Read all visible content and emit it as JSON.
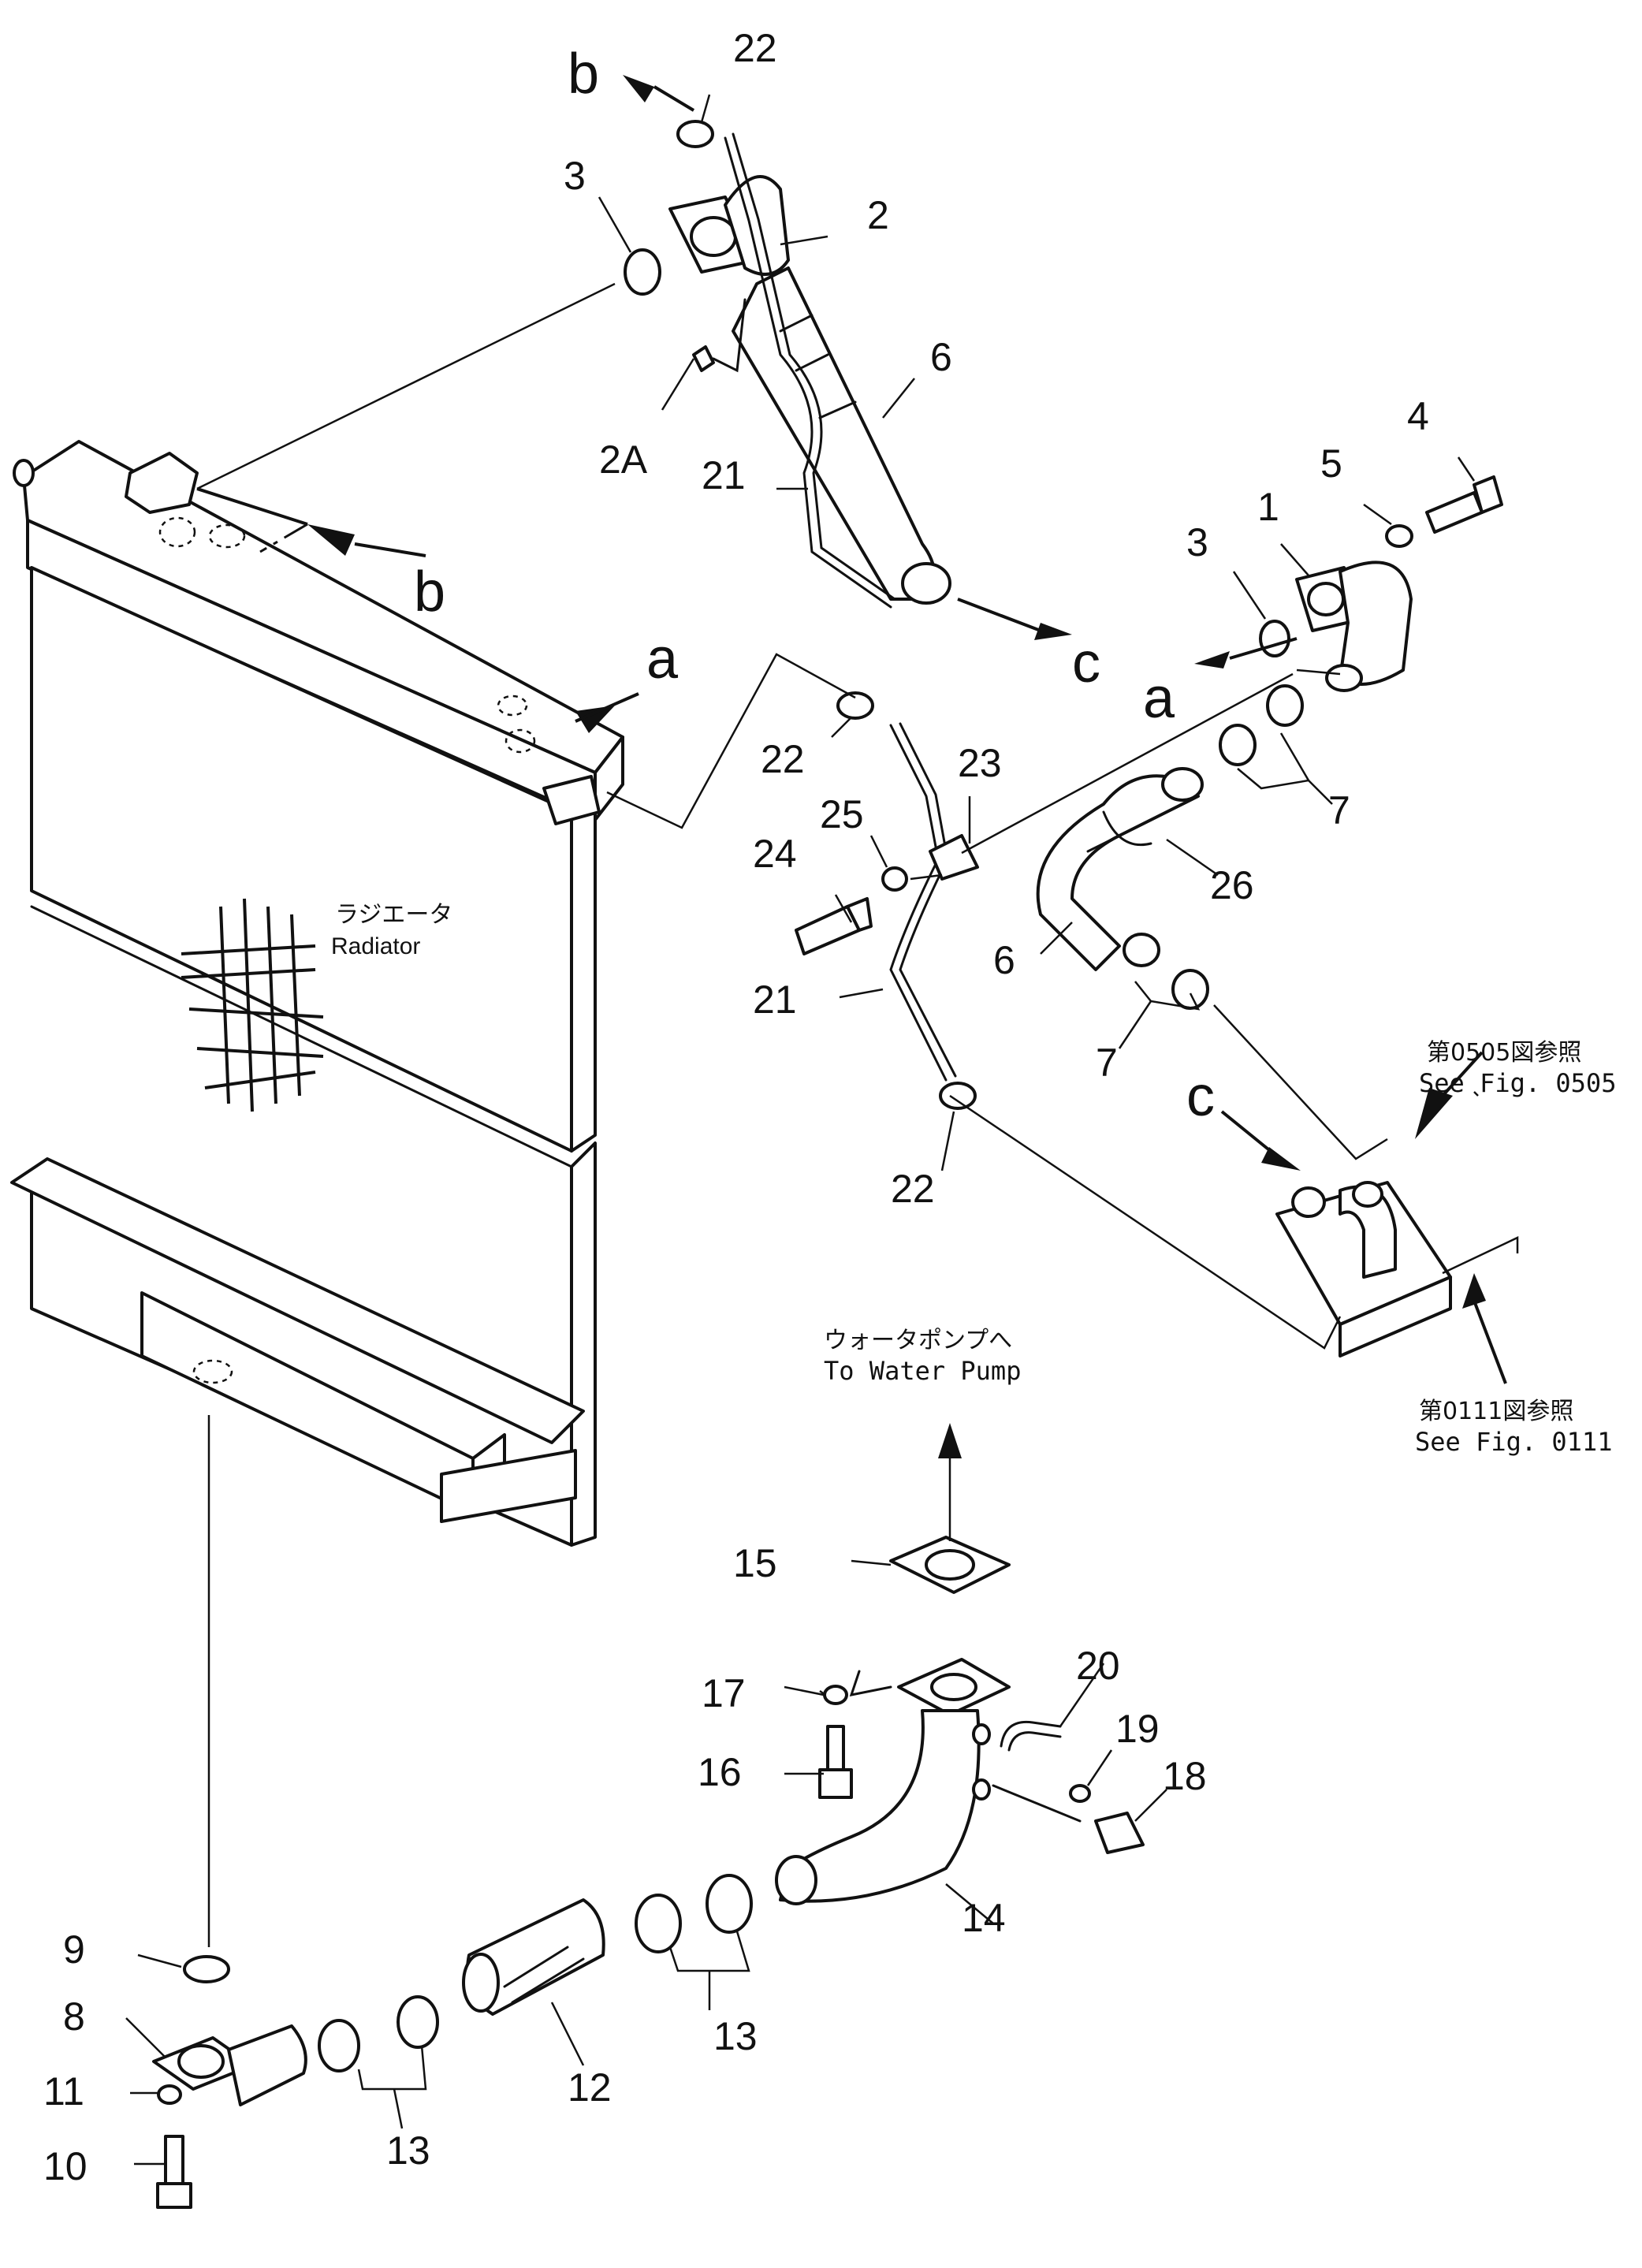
{
  "callouts": {
    "c1": "1",
    "c2": "2",
    "c2a": "2A",
    "c3_top": "3",
    "c3_right": "3",
    "c4": "4",
    "c5": "5",
    "c6_top": "6",
    "c6_mid": "6",
    "c7_top": "7",
    "c7_mid": "7",
    "c8": "8",
    "c9": "9",
    "c10": "10",
    "c11": "11",
    "c12": "12",
    "c13_left": "13",
    "c13_right": "13",
    "c14": "14",
    "c15": "15",
    "c16": "16",
    "c17": "17",
    "c18": "18",
    "c19": "19",
    "c20": "20",
    "c21_top": "21",
    "c21_mid": "21",
    "c22_top": "22",
    "c22_mid": "22",
    "c22_low": "22",
    "c23": "23",
    "c24": "24",
    "c25": "25",
    "c26": "26"
  },
  "connections": {
    "b_top": "b",
    "b_radiator": "b",
    "a_radiator": "a",
    "a_pipe": "a",
    "c_hose": "c",
    "c_engine": "c"
  },
  "annotations": {
    "radiator_jp": "ラジエータ",
    "radiator_en": "Radiator",
    "water_pump_jp": "ウォータポンプへ",
    "water_pump_en": "To Water Pump",
    "fig0505_jp": "第0505図参照",
    "fig0505_en": "See Fig. 0505",
    "fig0111_jp": "第0111図参照",
    "fig0111_en": "See Fig. 0111"
  }
}
